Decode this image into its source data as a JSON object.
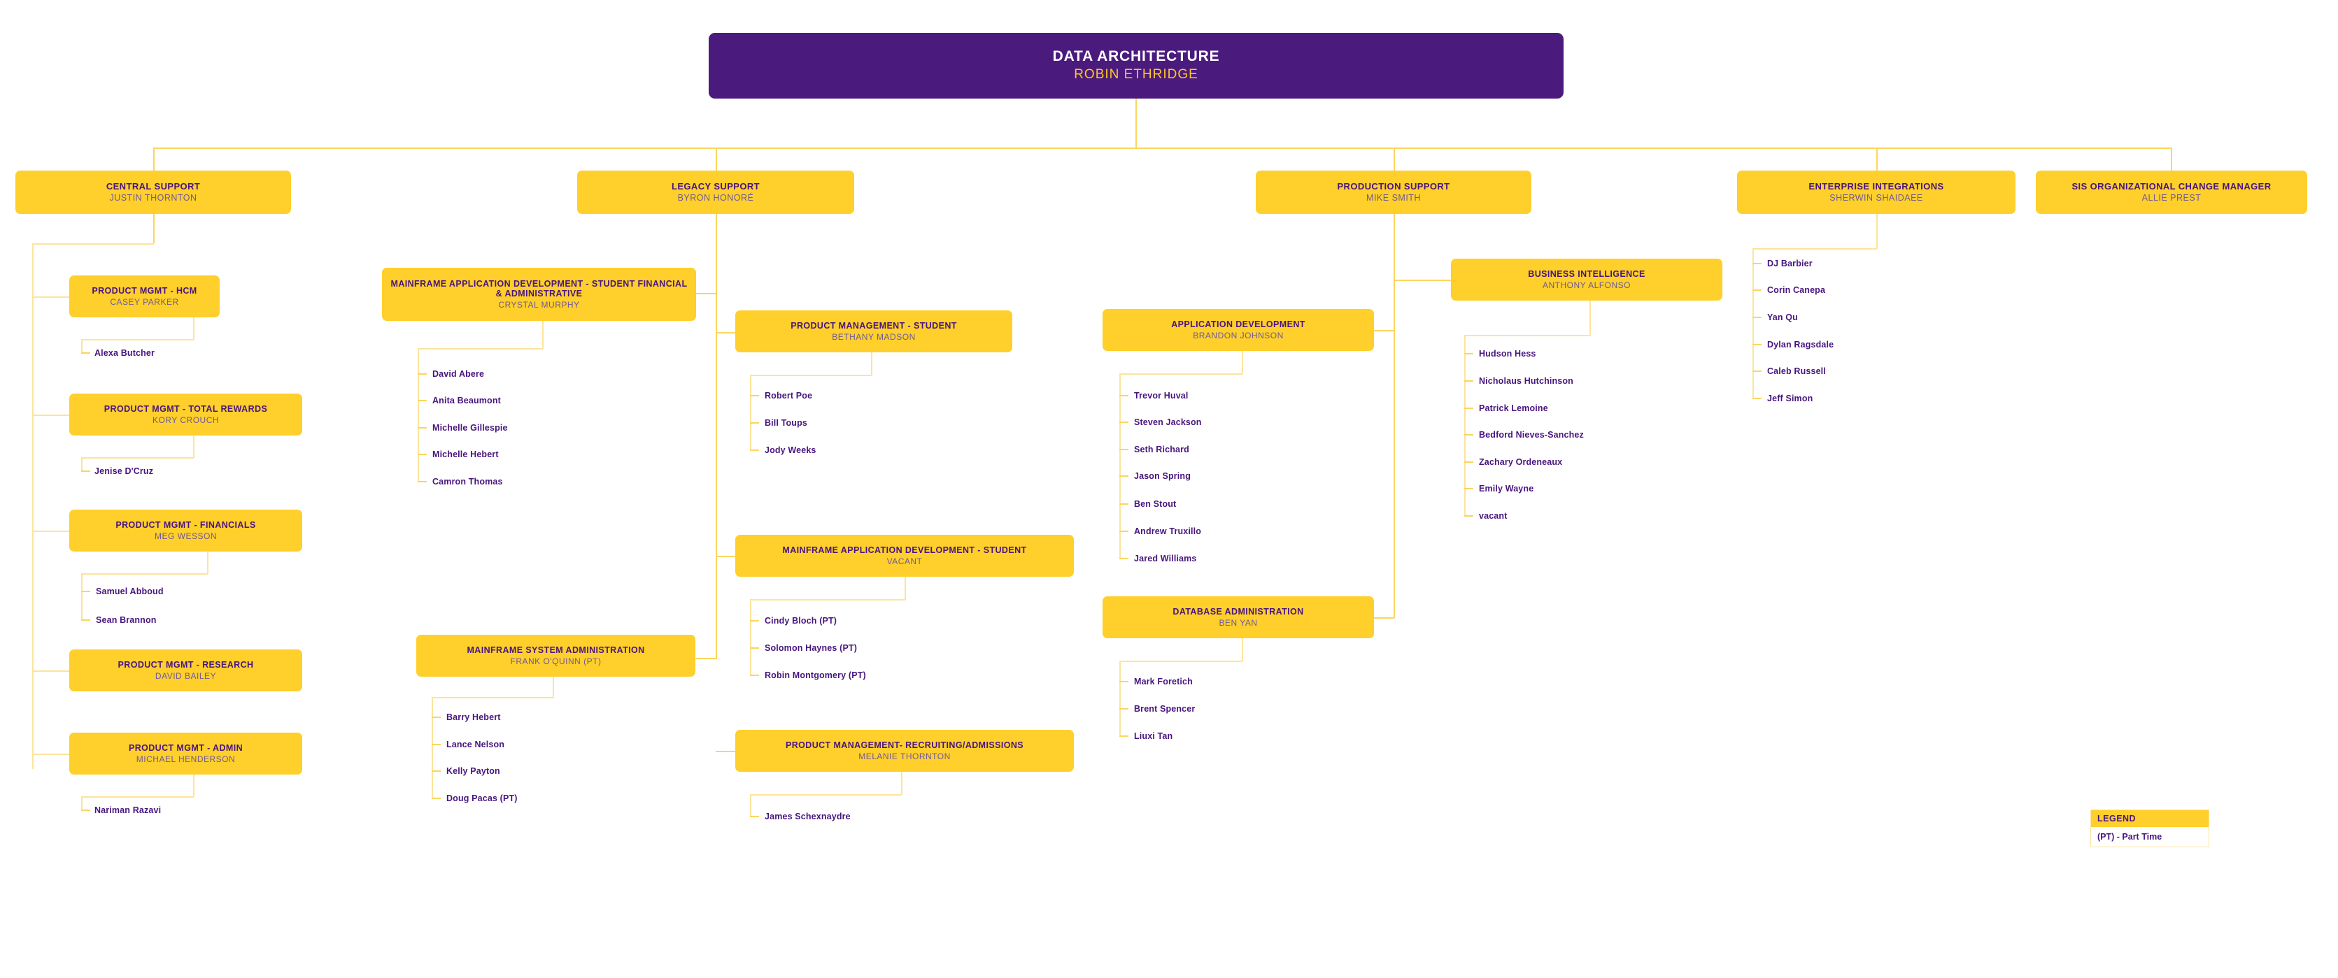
{
  "root": {
    "title": "DATA ARCHITECTURE",
    "person": "ROBIN ETHRIDGE"
  },
  "divisions": [
    {
      "title": "CENTRAL SUPPORT",
      "person": "JUSTIN THORNTON"
    },
    {
      "title": "LEGACY SUPPORT",
      "person": "BYRON HONORÉ"
    },
    {
      "title": "PRODUCTION SUPPORT",
      "person": "MIKE SMITH"
    },
    {
      "title": "ENTERPRISE INTEGRATIONS",
      "person": "SHERWIN SHAIDAEE"
    },
    {
      "title": "SIS ORGANIZATIONAL CHANGE MANAGER",
      "person": "ALLIE PREST"
    }
  ],
  "units": {
    "hcm": {
      "title": "PRODUCT MGMT - HCM",
      "person": "CASEY PARKER"
    },
    "total_rewards": {
      "title": "PRODUCT MGMT - TOTAL REWARDS",
      "person": "KORY CROUCH"
    },
    "financials": {
      "title": "PRODUCT MGMT - FINANCIALS",
      "person": "MEG WESSON"
    },
    "research": {
      "title": "PRODUCT MGMT - RESEARCH",
      "person": "DAVID BAILEY"
    },
    "admin": {
      "title": "PRODUCT MGMT - ADMIN",
      "person": "MICHAEL HENDERSON"
    },
    "mainframe_sfa": {
      "title": "MAINFRAME APPLICATION  DEVELOPMENT - STUDENT FINANCIAL & ADMINISTRATIVE",
      "person": "CRYSTAL MURPHY"
    },
    "mainframe_sys": {
      "title": "MAINFRAME SYSTEM ADMINISTRATION",
      "person": "FRANK O'QUINN (PT)"
    },
    "pm_student": {
      "title": "PRODUCT MANAGEMENT - STUDENT",
      "person": "BETHANY MADSON"
    },
    "mainframe_stu": {
      "title": "MAINFRAME APPLICATION DEVELOPMENT - STUDENT",
      "person": "VACANT"
    },
    "pm_recruit": {
      "title": "PRODUCT MANAGEMENT- RECRUITING/ADMISSIONS",
      "person": "MELANIE THORNTON"
    },
    "app_dev": {
      "title": "APPLICATION DEVELOPMENT",
      "person": "BRANDON JOHNSON"
    },
    "db_admin": {
      "title": "DATABASE ADMINISTRATION",
      "person": "BEN YAN"
    },
    "bi": {
      "title": "BUSINESS INTELLIGENCE",
      "person": "ANTHONY ALFONSO"
    }
  },
  "staff": {
    "hcm": [
      "Alexa Butcher"
    ],
    "total_rewards": [
      "Jenise D'Cruz"
    ],
    "financials": [
      "Samuel Abboud",
      "Sean Brannon"
    ],
    "admin": [
      "Nariman Razavi"
    ],
    "mainframe_sfa": [
      "David Abere",
      "Anita Beaumont",
      "Michelle Gillespie",
      "Michelle Hebert",
      "Camron Thomas"
    ],
    "mainframe_sys": [
      "Barry Hebert",
      "Lance Nelson",
      "Kelly Payton",
      "Doug Pacas (PT)"
    ],
    "pm_student": [
      "Robert Poe",
      "Bill Toups",
      "Jody Weeks"
    ],
    "mainframe_stu": [
      "Cindy Bloch (PT)",
      "Solomon Haynes (PT)",
      "Robin Montgomery (PT)"
    ],
    "pm_recruit": [
      "James Schexnaydre"
    ],
    "app_dev": [
      "Trevor Huval",
      "Steven Jackson",
      "Seth Richard",
      "Jason Spring",
      "Ben Stout",
      "Andrew Truxillo",
      "Jared Williams"
    ],
    "db_admin": [
      "Mark Foretich",
      "Brent Spencer",
      "Liuxi Tan"
    ],
    "bi": [
      "Hudson Hess",
      "Nicholaus Hutchinson",
      "Patrick Lemoine",
      "Bedford Nieves-Sanchez",
      "Zachary Ordeneaux",
      "Emily Wayne",
      "vacant"
    ],
    "enterprise": [
      "DJ Barbier",
      "Corin Canepa",
      "Yan Qu",
      "Dylan Ragsdale",
      "Caleb Russell",
      "Jeff Simon"
    ]
  },
  "legend": {
    "heading": "LEGEND",
    "entry": "(PT) - Part Time"
  },
  "colors": {
    "root_purple": "#4A1B7D",
    "box_yellow": "#FFCF2B",
    "title_purple": "#47157E",
    "subtitle_purple": "#6E5A99",
    "accent_gold": "#FFC62B",
    "connector": "#FBD55E"
  }
}
